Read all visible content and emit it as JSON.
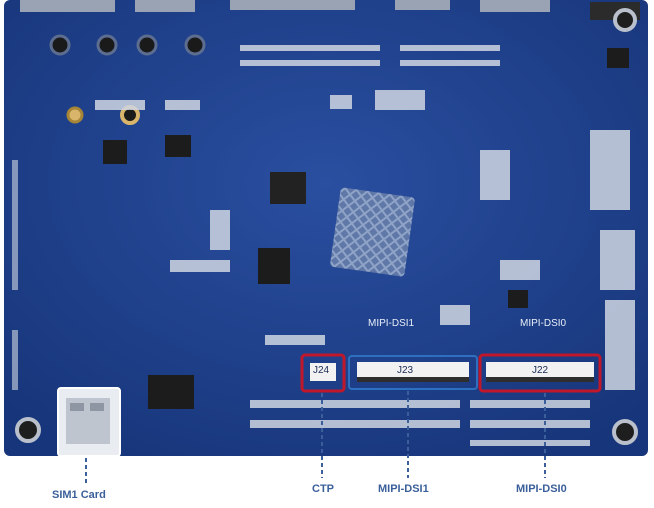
{
  "colors": {
    "pcb": "#1e3f8a",
    "pcb_dark": "#14306e",
    "highlight_red": "#c0182a",
    "highlight_blue": "#2f6fbf",
    "label_blue": "#3a5f9a",
    "silkscreen": "#e8eef8"
  },
  "connectors": {
    "j24": {
      "ref": "J24",
      "callout": "CTP"
    },
    "j23": {
      "ref": "J23",
      "silk": "MIPI-DSI1",
      "callout": "MIPI-DSI1"
    },
    "j22": {
      "ref": "J22",
      "silk": "MIPI-DSI0",
      "callout": "MIPI-DSI0"
    },
    "sim": {
      "callout": "SIM1 Card"
    }
  }
}
